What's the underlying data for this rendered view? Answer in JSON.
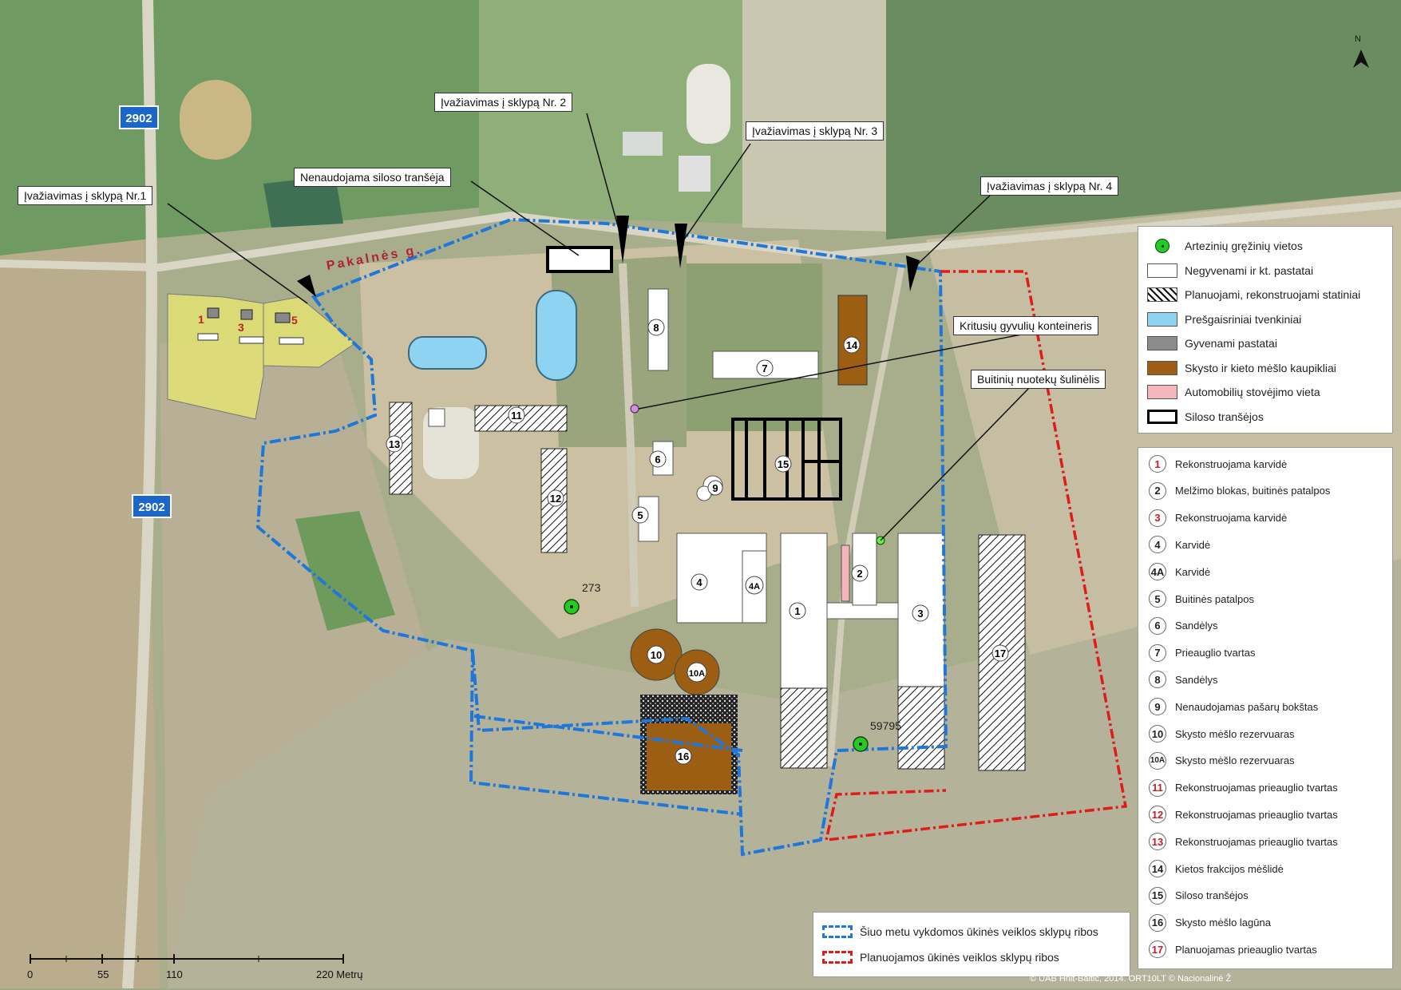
{
  "roads": {
    "route_badge": "2902",
    "street": "Pakalnės g."
  },
  "callouts": {
    "entry1": "Įvažiavimas į sklypą Nr.1",
    "entry2": "Įvažiavimas į sklypą Nr. 2",
    "entry3": "Įvažiavimas į sklypą Nr. 3",
    "entry4": "Įvažiavimas į sklypą Nr. 4",
    "unused_silo": "Nenaudojama siloso tranšėja",
    "container": "Kritusių gyvulių konteineris",
    "sewage_well": "Buitinių nuotekų šulinėlis"
  },
  "wells": {
    "w1": "273",
    "w2": "59795"
  },
  "legend_top": [
    {
      "label": "Artezinių gręžinių vietos",
      "symbol": "well",
      "color": "#22cc22"
    },
    {
      "label": "Negyvenami ir kt. pastatai",
      "symbol": "fill",
      "color": "#ffffff"
    },
    {
      "label": "Planuojami, rekonstruojami statiniai",
      "symbol": "hatch",
      "color": "#ffffff"
    },
    {
      "label": "Prešgaisriniai tvenkiniai",
      "symbol": "fill",
      "color": "#8fd3f2"
    },
    {
      "label": "Gyvenami pastatai",
      "symbol": "fill",
      "color": "#8c8c8c"
    },
    {
      "label": "Skysto ir kieto mėšlo kaupikliai",
      "symbol": "fill",
      "color": "#9b5e12"
    },
    {
      "label": "Automobilių stovėjimo vieta",
      "symbol": "fill",
      "color": "#f3b6bb"
    },
    {
      "label": "Siloso tranšėjos",
      "symbol": "outline",
      "color": "#000000"
    }
  ],
  "legend_numbers": [
    {
      "num": "1",
      "label": "Rekonstruojama karvidė",
      "red": true
    },
    {
      "num": "2",
      "label": "Melžimo blokas, buitinės patalpos",
      "red": false
    },
    {
      "num": "3",
      "label": "Rekonstruojama karvidė",
      "red": true
    },
    {
      "num": "4",
      "label": "Karvidė",
      "red": false
    },
    {
      "num": "4A",
      "label": "Karvidė",
      "red": false
    },
    {
      "num": "5",
      "label": "Buitinės patalpos",
      "red": false
    },
    {
      "num": "6",
      "label": "Sandėlys",
      "red": false
    },
    {
      "num": "7",
      "label": "Prieauglio tvartas",
      "red": false
    },
    {
      "num": "8",
      "label": "Sandėlys",
      "red": false
    },
    {
      "num": "9",
      "label": "Nenaudojamas pašarų bokštas",
      "red": false
    },
    {
      "num": "10",
      "label": "Skysto mėšlo rezervuaras",
      "red": false
    },
    {
      "num": "10A",
      "label": "Skysto mėšlo rezervuaras",
      "red": false
    },
    {
      "num": "11",
      "label": "Rekonstruojamas prieauglio tvartas",
      "red": true
    },
    {
      "num": "12",
      "label": "Rekonstruojamas prieauglio tvartas",
      "red": true
    },
    {
      "num": "13",
      "label": "Rekonstruojamas prieauglio tvartas",
      "red": true
    },
    {
      "num": "14",
      "label": "Kietos frakcijos mėšlidė",
      "red": false
    },
    {
      "num": "15",
      "label": "Siloso tranšėjos",
      "red": false
    },
    {
      "num": "16",
      "label": "Skysto mėšlo lagūna",
      "red": false
    },
    {
      "num": "17",
      "label": "Planuojamas prieauglio tvartas",
      "red": true
    }
  ],
  "boundaries": {
    "current": "Šiuo metu vykdomos ūkinės veiklos sklypų ribos",
    "planned": "Planuojamos ūkinės veiklos sklypų ribos"
  },
  "scale": {
    "ticks": [
      "0",
      "55",
      "110",
      "220 Metrų"
    ]
  },
  "north": "N",
  "credit": "© UAB Hnit-Baltic, 2014. ORT10LT © Nacionalinė Ž"
}
